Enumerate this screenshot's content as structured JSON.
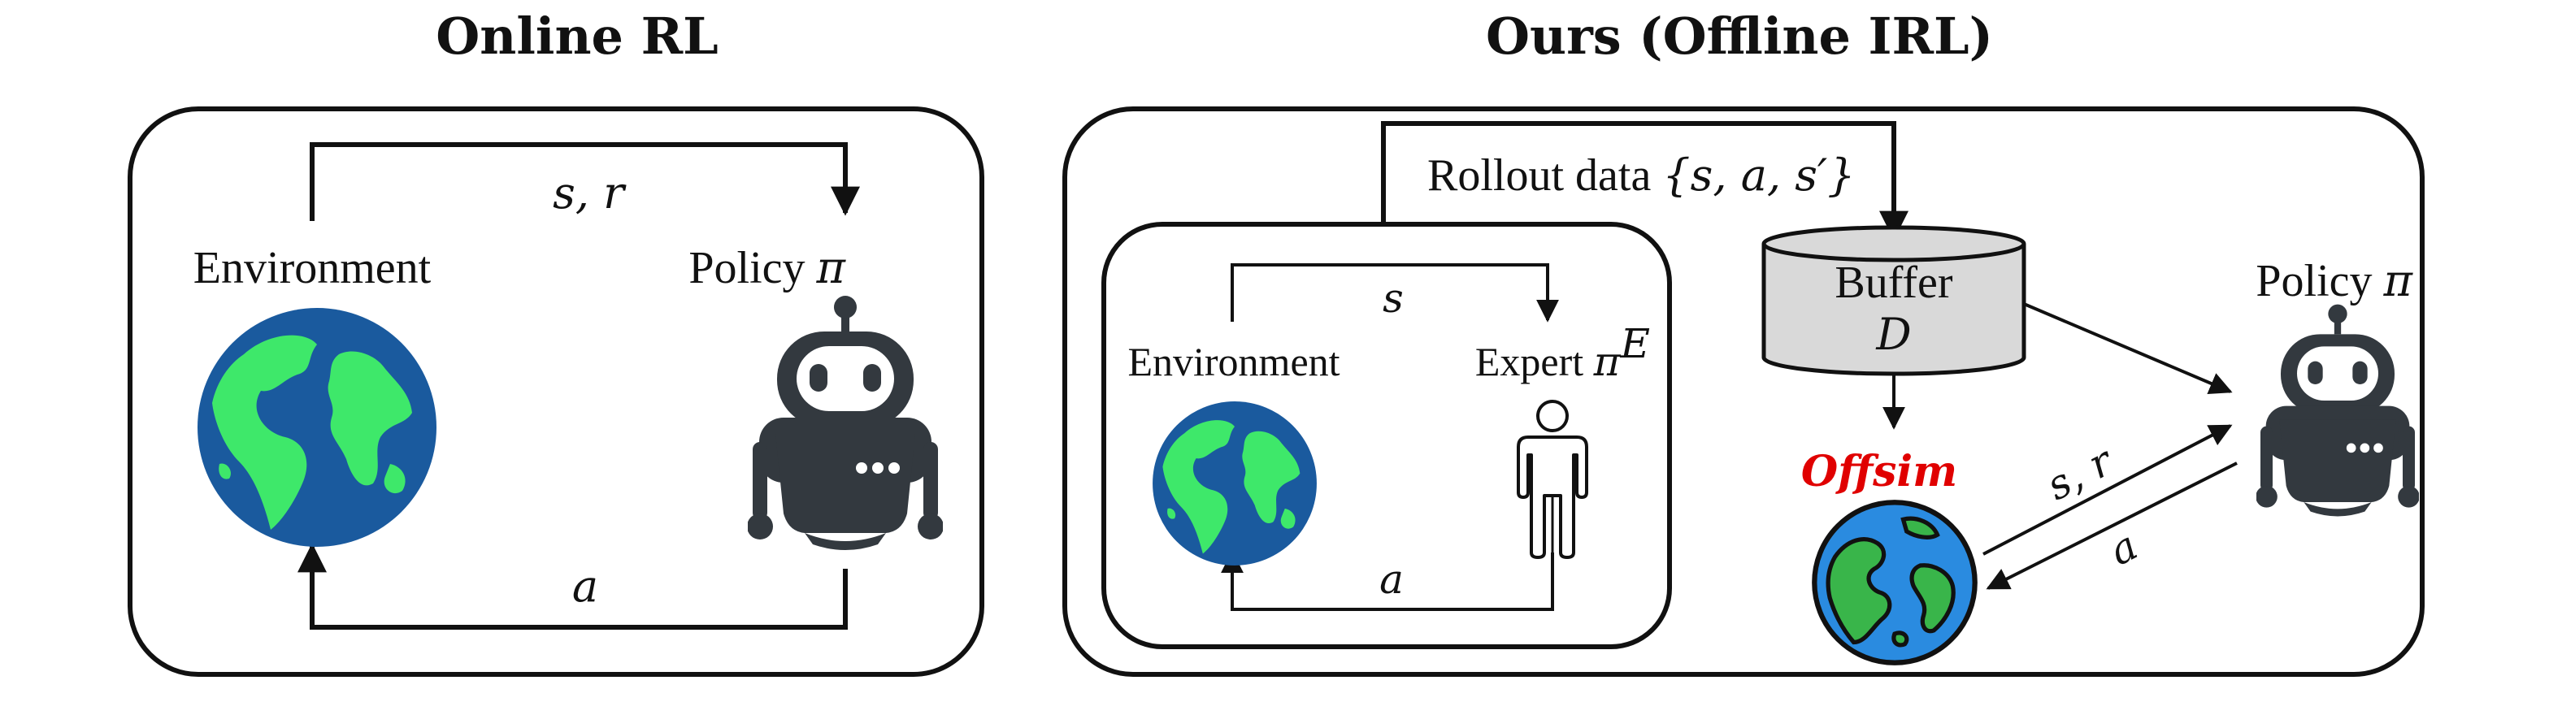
{
  "titles": {
    "left": "Online RL",
    "right": "Ours (Offline IRL)"
  },
  "left_panel": {
    "environment_label": "Environment",
    "policy_label": "Policy",
    "policy_symbol": "π",
    "top_edge_label": "s, r",
    "bottom_edge_label": "a"
  },
  "right_panel": {
    "rollout_label": "Rollout data",
    "rollout_set": "{s, a, s′}",
    "inner": {
      "environment_label": "Environment",
      "expert_label": "Expert",
      "expert_symbol": "π",
      "expert_superscript": "E",
      "top_edge_label": "s",
      "bottom_edge_label": "a"
    },
    "buffer_label": "Buffer",
    "buffer_symbol": "D",
    "offsim_label": "Offsim",
    "policy_label": "Policy",
    "policy_symbol": "π",
    "sr_label": "s, r",
    "a_label": "a"
  },
  "icons": {
    "earth": "earth-globe-icon",
    "robot": "robot-icon",
    "person": "person-outline-icon",
    "buffer": "database-cylinder-icon"
  },
  "colors": {
    "ocean": "#1a5a9e",
    "land": "#3ee86a",
    "offsim_ocean": "#2a8be0",
    "offsim_land": "#39b54a",
    "robot": "#33393f",
    "buffer_fill": "#d9d9d9",
    "offsim_text": "#e00000"
  }
}
